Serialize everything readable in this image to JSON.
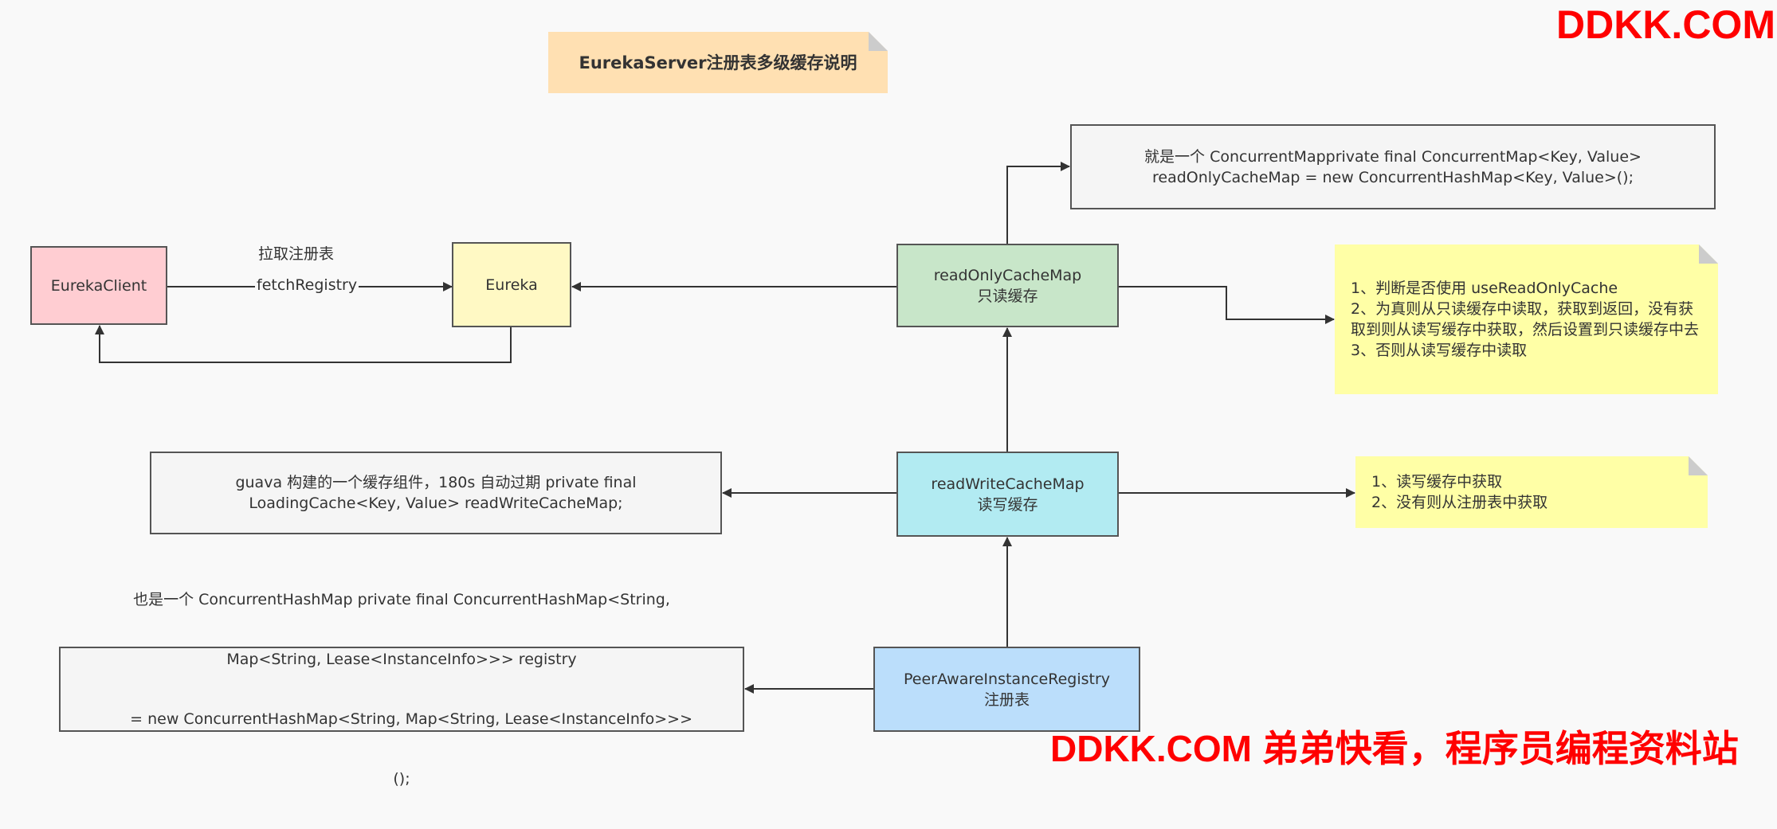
{
  "title": "EurekaServer注册表多级缓存说明",
  "watermark_top": "DDKK.COM",
  "watermark_bottom": "DDKK.COM 弟弟快看，程序员编程资料站",
  "nodes": {
    "eureka_client": "EurekaClient",
    "eureka": "Eureka",
    "read_only": {
      "line1": "readOnlyCacheMap",
      "line2": "只读缓存"
    },
    "read_write": {
      "line1": "readWriteCacheMap",
      "line2": "读写缓存"
    },
    "registry": {
      "line1": "PeerAwareInstanceRegistry",
      "line2": "注册表"
    }
  },
  "edge_labels": {
    "pull": "拉取注册表",
    "fetch": "fetchRegistry"
  },
  "descriptions": {
    "read_only_desc": {
      "line1": "就是一个 ConcurrentMapprivate final ConcurrentMap<Key, Value>",
      "line2": "readOnlyCacheMap = new ConcurrentHashMap<Key, Value>();"
    },
    "read_write_desc": {
      "line1": "guava 构建的一个缓存组件，180s 自动过期    private final",
      "line2": "LoadingCache<Key, Value> readWriteCacheMap;"
    },
    "registry_desc": {
      "line1": "也是一个 ConcurrentHashMap private final ConcurrentHashMap<String,",
      "line2": "Map<String, Lease<InstanceInfo>>> registry",
      "line3": "    = new ConcurrentHashMap<String, Map<String, Lease<InstanceInfo>>>",
      "line4": "();"
    }
  },
  "notes": {
    "read_only_note": [
      "1、判断是否使用 useReadOnlyCache",
      "2、为真则从只读缓存中读取，获取到返回，没有获取到则从读写缓存中获取，然后设置到只读缓存中去",
      "3、否则从读写缓存中读取"
    ],
    "read_write_note": [
      "1、读写缓存中获取",
      "2、没有则从注册表中获取"
    ]
  },
  "colors": {
    "title_bg": "#ffe0b2",
    "client": "#ffcdd2",
    "eureka": "#fff9c4",
    "read_only": "#c8e6c9",
    "read_write": "#b2ebf2",
    "registry": "#bbdefb",
    "note": "#ffffa6",
    "desc": "#f5f5f5",
    "watermark": "#ff0000"
  }
}
